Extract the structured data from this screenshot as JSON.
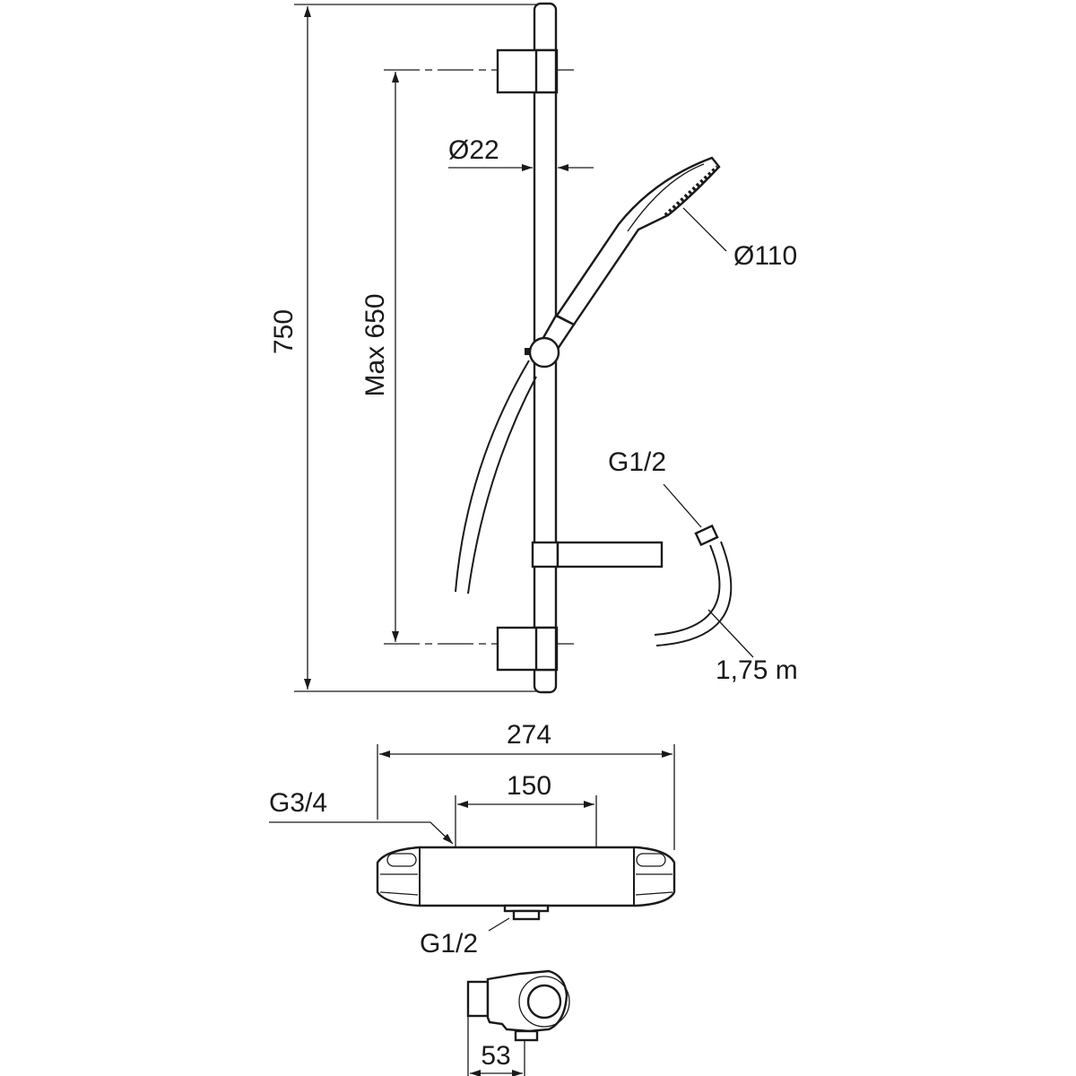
{
  "drawing": {
    "shower_set": {
      "total_height": "750",
      "slide_range": "Max 650",
      "rail_diameter": "Ø22",
      "handshower_diameter": "Ø110",
      "hose_connection": "G1/2",
      "hose_length": "1,75 m"
    },
    "mixer": {
      "total_width": "274",
      "centre_distance": "150",
      "inlet_thread": "G3/4",
      "outlet_thread": "G1/2",
      "depth": "53"
    }
  }
}
